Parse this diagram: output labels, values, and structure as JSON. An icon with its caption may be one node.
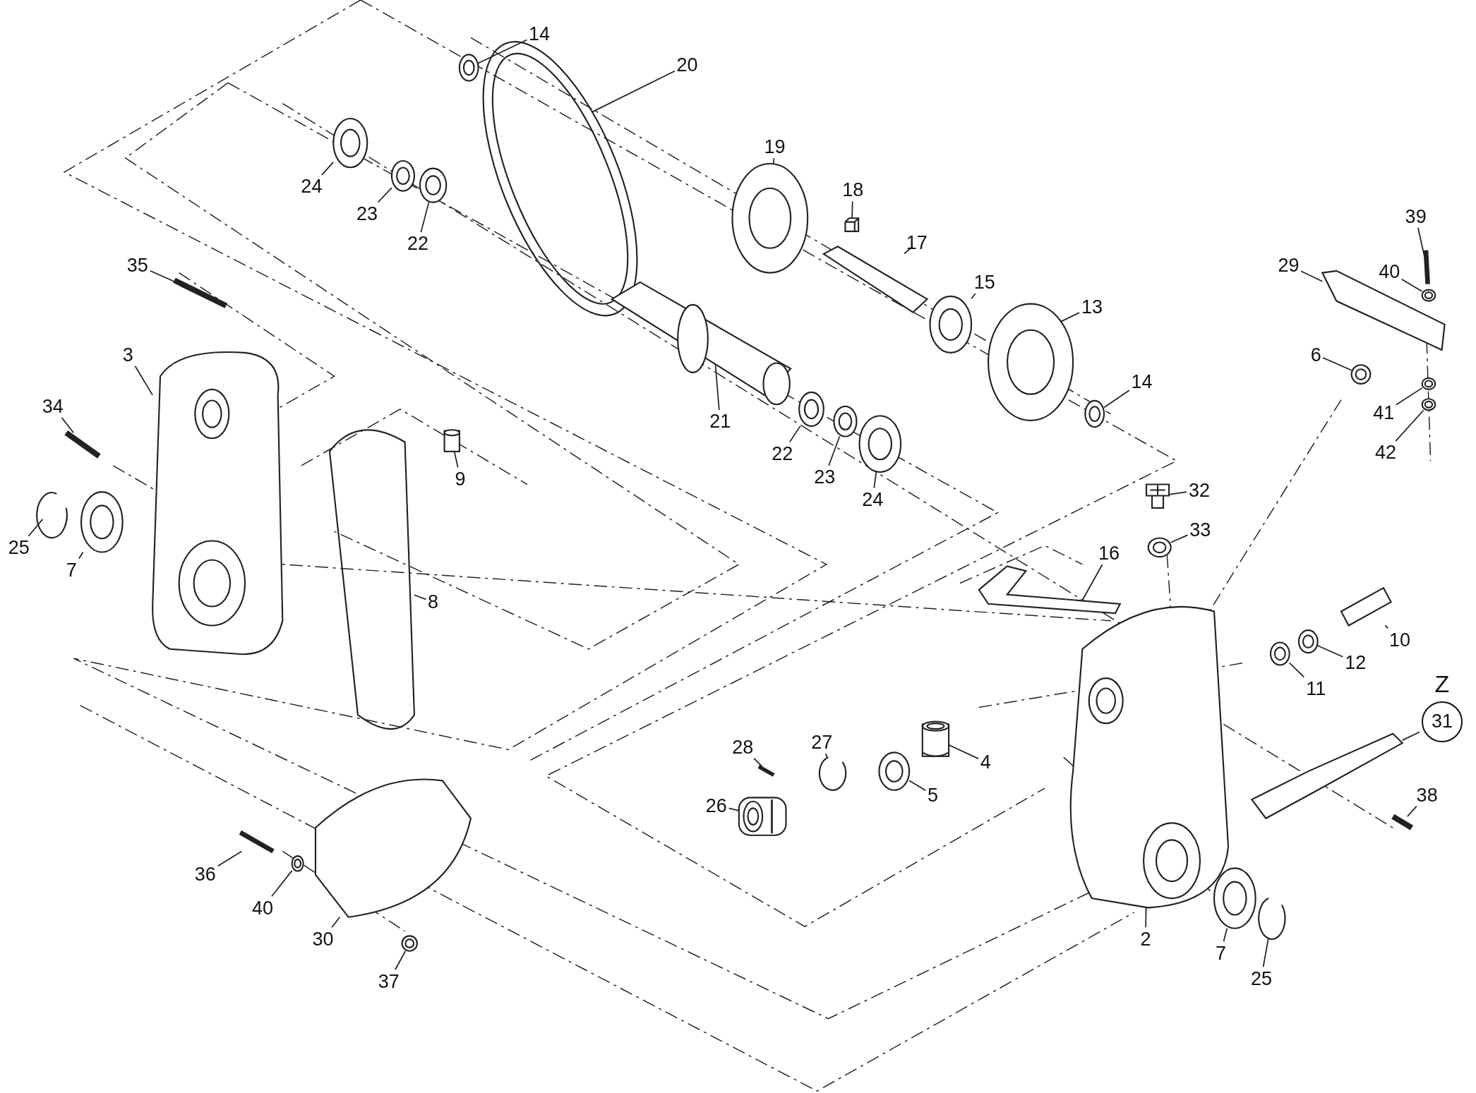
{
  "diagram": {
    "nodes": [
      {
        "text": [
          "14"
        ]
      },
      {
        "text": [
          "20"
        ]
      },
      {
        "text": [
          "24"
        ]
      },
      {
        "text": [
          "23"
        ]
      },
      {
        "text": [
          "22"
        ]
      },
      {
        "text": [
          "19"
        ]
      },
      {
        "text": [
          "18"
        ]
      },
      {
        "text": [
          "17"
        ]
      },
      {
        "text": [
          "35"
        ]
      },
      {
        "text": [
          "15"
        ]
      },
      {
        "text": [
          "13"
        ]
      },
      {
        "text": [
          "29"
        ]
      },
      {
        "text": [
          "39"
        ]
      },
      {
        "text": [
          "40"
        ]
      },
      {
        "text": [
          "3"
        ]
      },
      {
        "text": [
          "6"
        ]
      },
      {
        "text": [
          "21"
        ]
      },
      {
        "text": [
          "14"
        ]
      },
      {
        "text": [
          "34"
        ]
      },
      {
        "text": [
          "22"
        ]
      },
      {
        "text": [
          "41"
        ]
      },
      {
        "text": [
          "42"
        ]
      },
      {
        "text": [
          "9"
        ]
      },
      {
        "text": [
          "23"
        ]
      },
      {
        "text": [
          "24"
        ]
      },
      {
        "text": [
          "32"
        ]
      },
      {
        "text": [
          "25"
        ]
      },
      {
        "text": [
          "7"
        ]
      },
      {
        "text": [
          "33"
        ]
      },
      {
        "text": [
          "16"
        ]
      },
      {
        "text": [
          "8"
        ]
      },
      {
        "text": [
          "10"
        ]
      },
      {
        "text": [
          "12"
        ]
      },
      {
        "text": [
          "11"
        ]
      },
      {
        "text": [
          "31"
        ],
        "beside": [
          "Z"
        ]
      },
      {
        "text": [
          "28"
        ]
      },
      {
        "text": [
          "27"
        ]
      },
      {
        "text": [
          "4"
        ]
      },
      {
        "text": [
          "5"
        ]
      },
      {
        "text": [
          "26"
        ]
      },
      {
        "text": [
          "38"
        ]
      },
      {
        "text": [
          "36"
        ]
      },
      {
        "text": [
          "40"
        ]
      },
      {
        "text": [
          "30"
        ]
      },
      {
        "text": [
          "2"
        ]
      },
      {
        "text": [
          "7"
        ]
      },
      {
        "text": [
          "25"
        ]
      },
      {
        "text": [
          "37"
        ]
      },
      {
        "text": [],
        "shape": "picture"
      },
      {
        "text": [],
        "shape": "picture"
      },
      {
        "text": [],
        "shape": "picture"
      },
      {
        "text": [],
        "shape": "picture"
      },
      {
        "text": [],
        "shape": "picture"
      },
      {
        "text": [],
        "shape": "picture"
      },
      {
        "text": [],
        "shape": "picture"
      },
      {
        "text": [],
        "shape": "picture"
      },
      {
        "text": [],
        "shape": "picture"
      },
      {
        "text": [],
        "shape": "picture"
      },
      {
        "text": [],
        "shape": "picture"
      },
      {
        "text": [],
        "shape": "picture"
      },
      {
        "text": [],
        "shape": "picture"
      },
      {
        "text": [],
        "shape": "picture"
      },
      {
        "text": [],
        "shape": "picture"
      },
      {
        "text": [],
        "shape": "picture"
      },
      {
        "text": [],
        "shape": "picture"
      },
      {
        "text": [],
        "shape": "picture"
      },
      {
        "text": [],
        "shape": "picture"
      },
      {
        "text": [],
        "shape": "picture"
      },
      {
        "text": [],
        "shape": "picture"
      },
      {
        "text": [],
        "shape": "picture"
      },
      {
        "text": [],
        "shape": "picture"
      },
      {
        "text": [],
        "shape": "picture"
      },
      {
        "text": [],
        "shape": "picture"
      },
      {
        "text": [],
        "shape": "picture"
      },
      {
        "text": [],
        "shape": "picture"
      },
      {
        "text": [],
        "shape": "picture"
      },
      {
        "text": [],
        "shape": "picture"
      },
      {
        "text": [],
        "shape": "picture"
      },
      {
        "text": [],
        "shape": "picture"
      },
      {
        "text": [],
        "shape": "picture"
      },
      {
        "text": [],
        "shape": "picture"
      },
      {
        "text": [],
        "shape": "picture"
      },
      {
        "text": [],
        "shape": "picture"
      },
      {
        "text": [],
        "shape": "picture"
      },
      {
        "text": [],
        "shape": "picture"
      },
      {
        "text": [],
        "shape": "picture"
      },
      {
        "text": [],
        "shape": "picture"
      },
      {
        "text": [],
        "shape": "picture"
      },
      {
        "text": [],
        "shape": "picture"
      },
      {
        "text": [],
        "shape": "picture"
      },
      {
        "text": [],
        "shape": "picture"
      },
      {
        "text": [],
        "shape": "picture"
      },
      {
        "text": [],
        "shape": "picture"
      },
      {
        "text": [],
        "shape": "picture"
      },
      {
        "text": [],
        "shape": "picture"
      },
      {
        "text": [],
        "shape": "picture"
      }
    ],
    "edges": [
      {
        "from": 0,
        "to": 48,
        "arrow": "none"
      },
      {
        "from": 1,
        "to": 49,
        "arrow": "none"
      },
      {
        "from": 2,
        "to": 50,
        "arrow": "none"
      },
      {
        "from": 3,
        "to": 51,
        "arrow": "none"
      },
      {
        "from": 4,
        "to": 52,
        "arrow": "none"
      },
      {
        "from": 5,
        "to": 53,
        "arrow": "none"
      },
      {
        "from": 6,
        "to": 54,
        "arrow": "none"
      },
      {
        "from": 7,
        "to": 55,
        "arrow": "none"
      },
      {
        "from": 8,
        "to": 56,
        "arrow": "none"
      },
      {
        "from": 9,
        "to": 57,
        "arrow": "none"
      },
      {
        "from": 10,
        "to": 58,
        "arrow": "none"
      },
      {
        "from": 11,
        "to": 59,
        "arrow": "none"
      },
      {
        "from": 12,
        "to": 60,
        "arrow": "none"
      },
      {
        "from": 13,
        "to": 61,
        "arrow": "none"
      },
      {
        "from": 14,
        "to": 62,
        "arrow": "none"
      },
      {
        "from": 15,
        "to": 63,
        "arrow": "none"
      },
      {
        "from": 16,
        "to": 64,
        "arrow": "none"
      },
      {
        "from": 17,
        "to": 65,
        "arrow": "none"
      },
      {
        "from": 18,
        "to": 66,
        "arrow": "none"
      },
      {
        "from": 19,
        "to": 67,
        "arrow": "none"
      },
      {
        "from": 20,
        "to": 68,
        "arrow": "none"
      },
      {
        "from": 21,
        "to": 69,
        "arrow": "none"
      },
      {
        "from": 22,
        "to": 70,
        "arrow": "none"
      },
      {
        "from": 23,
        "to": 71,
        "arrow": "none"
      },
      {
        "from": 24,
        "to": 72,
        "arrow": "none"
      },
      {
        "from": 25,
        "to": 73,
        "arrow": "none"
      },
      {
        "from": 26,
        "to": 74,
        "arrow": "none"
      },
      {
        "from": 27,
        "to": 75,
        "arrow": "none"
      },
      {
        "from": 28,
        "to": 76,
        "arrow": "none"
      },
      {
        "from": 29,
        "to": 77,
        "arrow": "none"
      },
      {
        "from": 30,
        "to": 78,
        "arrow": "none"
      },
      {
        "from": 31,
        "to": 79,
        "arrow": "none"
      },
      {
        "from": 32,
        "to": 80,
        "arrow": "none"
      },
      {
        "from": 33,
        "to": 81,
        "arrow": "none"
      },
      {
        "from": 34,
        "to": 82,
        "arrow": "none"
      },
      {
        "from": 35,
        "to": 83,
        "arrow": "none"
      },
      {
        "from": 36,
        "to": 84,
        "arrow": "none"
      },
      {
        "from": 37,
        "to": 85,
        "arrow": "none"
      },
      {
        "from": 38,
        "to": 86,
        "arrow": "none"
      },
      {
        "from": 39,
        "to": 87,
        "arrow": "none"
      },
      {
        "from": 40,
        "to": 88,
        "arrow": "none"
      },
      {
        "from": 41,
        "to": 89,
        "arrow": "none"
      },
      {
        "from": 42,
        "to": 90,
        "arrow": "none"
      },
      {
        "from": 43,
        "to": 91,
        "arrow": "none"
      },
      {
        "from": 44,
        "to": 92,
        "arrow": "none"
      },
      {
        "from": 45,
        "to": 93,
        "arrow": "none"
      },
      {
        "from": 46,
        "to": 94,
        "arrow": "none"
      },
      {
        "from": 47,
        "to": 95,
        "arrow": "none"
      }
    ]
  }
}
